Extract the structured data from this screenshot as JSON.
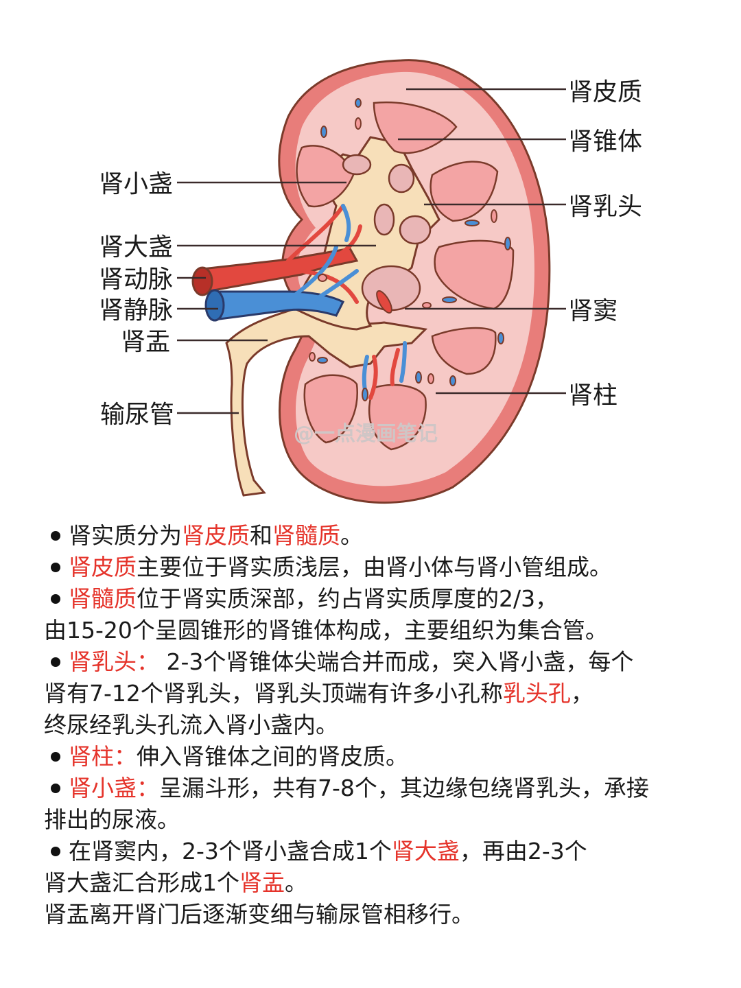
{
  "labels": {
    "cortex": "肾皮质",
    "pyramid": "肾锥体",
    "papilla": "肾乳头",
    "sinus": "肾窦",
    "column": "肾柱",
    "minor_calyx": "肾小盏",
    "major_calyx": "肾大盏",
    "artery": "肾动脉",
    "vein": "肾静脉",
    "pelvis": "肾盂",
    "ureter": "输尿管"
  },
  "watermark": "@一点漫画笔记",
  "colors": {
    "highlight": "#e5332a",
    "cortex": "#f6c9c6",
    "pyramid": "#f3a4a4",
    "capsule": "#e87d7a",
    "pelvis": "#f7dfb9",
    "artery": "#e2483f",
    "vein": "#4a8fd6"
  },
  "notes": {
    "l1": {
      "a": "肾实质分为",
      "b": "肾皮质",
      "c": "和",
      "d": "肾髓质",
      "e": "。"
    },
    "l2": {
      "a": "肾皮质",
      "b": "主要位于肾实质浅层，由肾小体与肾小管组成。"
    },
    "l3": {
      "a": "肾髓质",
      "b": "位于肾实质深部，约占肾实质厚度的2/3，"
    },
    "l4": "由15-20个呈圆锥形的肾锥体构成，主要组织为集合管。",
    "l5": {
      "a": "肾乳头：",
      "b": " 2-3个肾锥体尖端合并而成，突入肾小盏，每个"
    },
    "l6": {
      "a": "肾有7-12个肾乳头，肾乳头顶端有许多小孔称",
      "b": "乳头孔",
      "c": "，"
    },
    "l7": "终尿经乳头孔流入肾小盏内。",
    "l8": {
      "a": "肾柱：",
      "b": "伸入肾锥体之间的肾皮质。"
    },
    "l9": {
      "a": "肾小盏：",
      "b": "呈漏斗形，共有7-8个，其边缘包绕肾乳头，承接"
    },
    "l10": "排出的尿液。",
    "l11": {
      "a": "在肾窦内，2-3个肾小盏合成1个",
      "b": "肾大盏",
      "c": "，再由2-3个"
    },
    "l12": {
      "a": "肾大盏汇合形成1个",
      "b": "肾盂",
      "c": "。"
    },
    "l13": "肾盂离开肾门后逐渐变细与输尿管相移行。"
  }
}
